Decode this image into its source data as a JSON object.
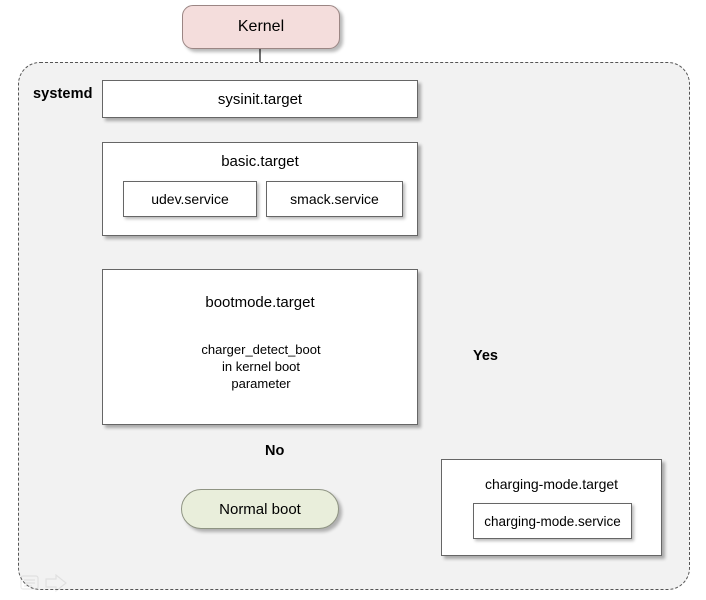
{
  "diagram": {
    "title": "systemd charger detect boot flow",
    "container": {
      "label": "systemd",
      "fill": "#f2f2f2",
      "border_style": "dashed",
      "border_color": "#555555"
    },
    "nodes": {
      "kernel": {
        "label": "Kernel",
        "shape": "rounded-rect",
        "fill": "#f4dddc"
      },
      "sysinit": {
        "label": "sysinit.target",
        "shape": "rect",
        "fill": "#ffffff"
      },
      "basic": {
        "label": "basic.target",
        "shape": "rect",
        "fill": "#ffffff"
      },
      "udev_service": {
        "label": "udev.service",
        "shape": "rect",
        "fill": "#ffffff"
      },
      "smack_service": {
        "label": "smack.service",
        "shape": "rect",
        "fill": "#ffffff"
      },
      "bootmode": {
        "label": "bootmode.target",
        "shape": "rect",
        "fill": "#ffffff"
      },
      "decision": {
        "shape": "diamond",
        "fill": "#ffffff",
        "line1": "charger_detect_boot",
        "line2": "in kernel boot",
        "line3": "parameter"
      },
      "normal_boot": {
        "label": "Normal boot",
        "shape": "stadium",
        "fill": "#e9eedb"
      },
      "charging_mode_target": {
        "label": "charging-mode.target",
        "shape": "rect",
        "fill": "#ffffff"
      },
      "charging_mode_service": {
        "label": "charging-mode.service",
        "shape": "rect",
        "fill": "#ffffff"
      }
    },
    "edges": [
      {
        "from": "kernel",
        "to": "sysinit",
        "label": ""
      },
      {
        "from": "sysinit",
        "to": "basic",
        "label": ""
      },
      {
        "from": "basic",
        "to": "bootmode",
        "label": ""
      },
      {
        "from": "decision",
        "to": "normal_boot",
        "label": "No"
      },
      {
        "from": "decision",
        "to": "charging_mode_target",
        "label": "Yes"
      }
    ],
    "edge_labels": {
      "no": "No",
      "yes": "Yes"
    },
    "colors": {
      "edge": "#333333",
      "node_border": "#666666",
      "background": "#ffffff"
    }
  }
}
